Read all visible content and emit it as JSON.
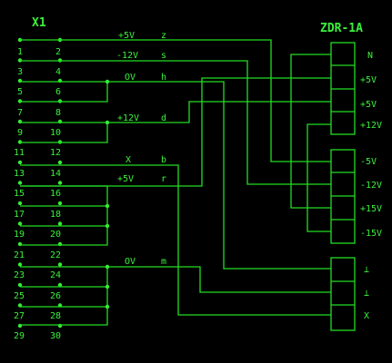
{
  "connector_x1": {
    "title": "X1",
    "pins": [
      "1",
      "2",
      "3",
      "4",
      "5",
      "6",
      "7",
      "8",
      "9",
      "10",
      "11",
      "12",
      "13",
      "14",
      "15",
      "16",
      "17",
      "18",
      "19",
      "20",
      "21",
      "22",
      "23",
      "24",
      "25",
      "26",
      "27",
      "28",
      "29",
      "30"
    ]
  },
  "connector_zdr": {
    "title": "ZDR-1A",
    "group1_labels": [
      "N",
      "+5V",
      "+5V",
      "+12V"
    ],
    "group2_labels": [
      "-5V",
      "-12V",
      "+15V",
      "-15V"
    ],
    "group3_labels": [
      "⊥",
      "⊥",
      "X"
    ]
  },
  "signals": [
    {
      "name": "+5V",
      "code": "z"
    },
    {
      "name": "-12V",
      "code": "s"
    },
    {
      "name": "OV",
      "code": "h"
    },
    {
      "name": "+12V",
      "code": "d"
    },
    {
      "name": "X",
      "code": "b"
    },
    {
      "name": "+5V",
      "code": "r"
    },
    {
      "name": "OV",
      "code": "m"
    }
  ],
  "colors": {
    "line": "#22dd22",
    "text": "#3cf03c",
    "background": "#000000"
  }
}
